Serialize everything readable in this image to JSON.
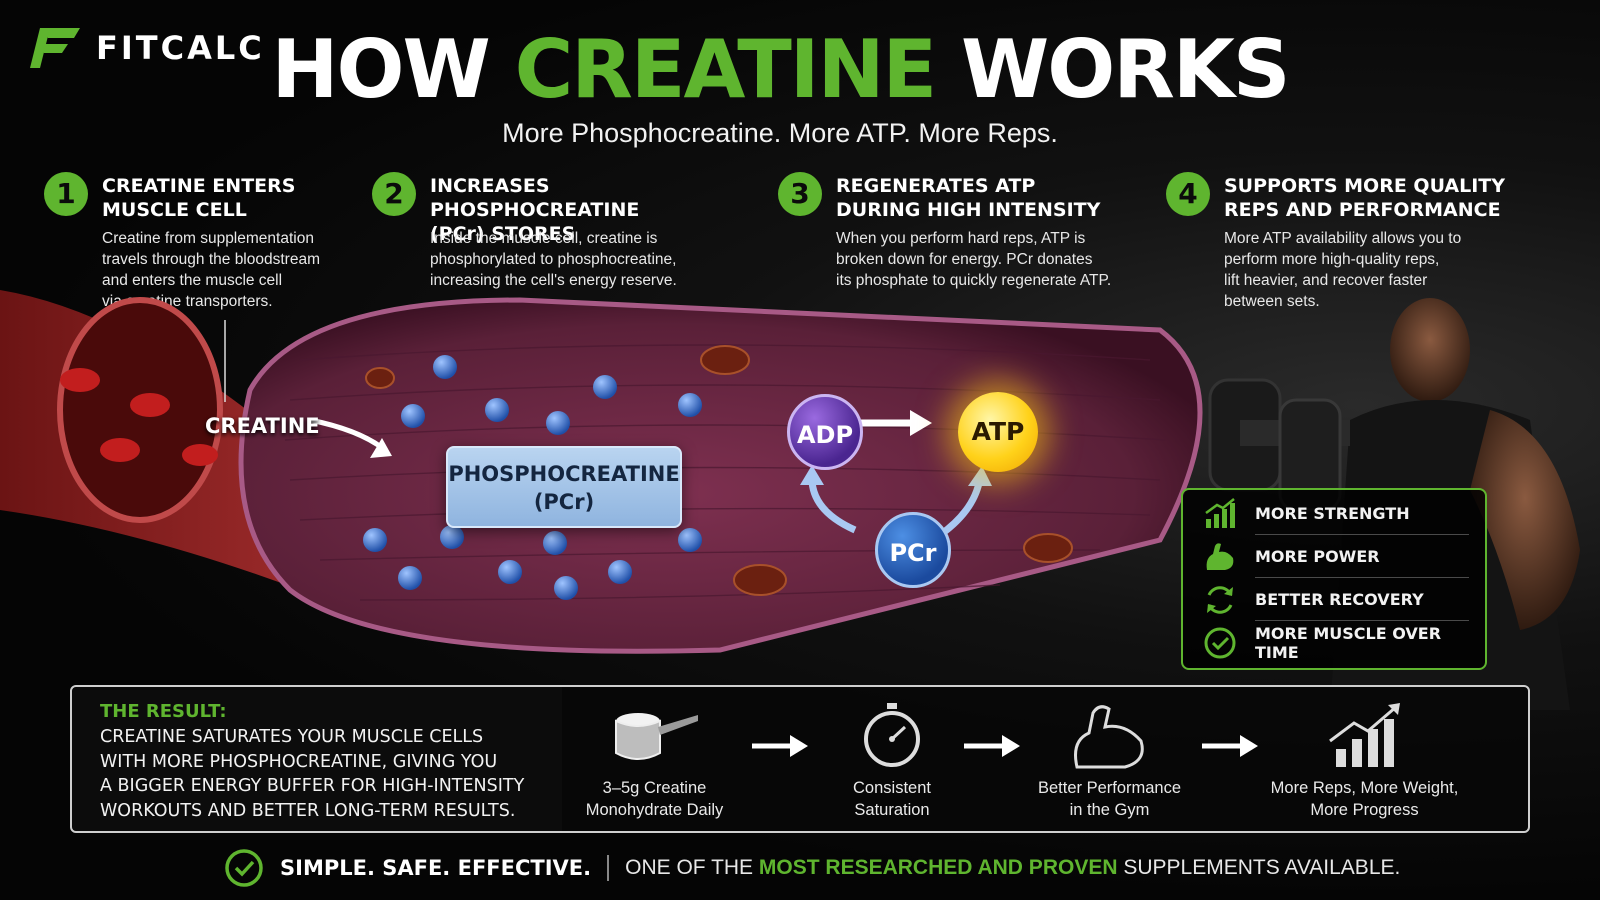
{
  "brand": {
    "name_fit": "FIT",
    "name_calc": "CALC"
  },
  "header": {
    "title_w1": "HOW",
    "title_w2": "CREATINE",
    "title_w3": "WORKS",
    "subtitle": "More Phosphocreatine. More ATP. More Reps."
  },
  "steps": [
    {
      "num": "1",
      "title": "CREATINE ENTERS\nMUSCLE CELL",
      "desc": "Creatine from supplementation\ntravels through the bloodstream\nand enters the muscle cell\nvia creatine transporters."
    },
    {
      "num": "2",
      "title": "INCREASES PHOSPHOCREATINE\n(PCr) STORES",
      "desc": "Inside the muscle cell, creatine is\nphosphorylated to phosphocreatine,\nincreasing the cell's energy reserve."
    },
    {
      "num": "3",
      "title": "REGENERATES ATP\nDURING HIGH INTENSITY",
      "desc": "When you perform hard reps, ATP is\nbroken down for energy. PCr donates\nits phosphate to quickly regenerate ATP."
    },
    {
      "num": "4",
      "title": "SUPPORTS MORE QUALITY\nREPS AND PERFORMANCE",
      "desc": "More ATP availability allows you to\nperform more high-quality reps,\nlift heavier, and recover faster\nbetween sets."
    }
  ],
  "diagram": {
    "creatine_label": "CREATINE",
    "pcr_box_line1": "PHOSPHOCREATINE",
    "pcr_box_line2": "(PCr)",
    "adp": "ADP",
    "atp": "ATP",
    "pcr": "PCr"
  },
  "benefits": [
    {
      "label": "MORE STRENGTH",
      "icon": "bar-chart-up-icon"
    },
    {
      "label": "MORE POWER",
      "icon": "flexed-arm-icon"
    },
    {
      "label": "BETTER RECOVERY",
      "icon": "refresh-cycle-icon"
    },
    {
      "label": "MORE MUSCLE OVER TIME",
      "icon": "check-circle-icon"
    }
  ],
  "result": {
    "title": "THE RESULT:",
    "text": "CREATINE SATURATES YOUR MUSCLE CELLS\nWITH MORE PHOSPHOCREATINE, GIVING YOU\nA BIGGER ENERGY BUFFER FOR HIGH-INTENSITY\nWORKOUTS AND BETTER LONG-TERM RESULTS.",
    "flow": [
      {
        "label": "3–5g Creatine\nMonohydrate Daily",
        "icon": "powder-scoop-icon"
      },
      {
        "label": "Consistent\nSaturation",
        "icon": "stopwatch-icon"
      },
      {
        "label": "Better Performance\nin the Gym",
        "icon": "flexed-arm-icon"
      },
      {
        "label": "More Reps, More Weight,\nMore Progress",
        "icon": "growth-chart-icon"
      }
    ]
  },
  "footer": {
    "bold": "SIMPLE. SAFE. EFFECTIVE.",
    "text_before": "ONE OF THE ",
    "highlight": "MOST RESEARCHED AND PROVEN",
    "text_after": " SUPPLEMENTS AVAILABLE."
  },
  "colors": {
    "accent": "#5fb52f",
    "background": "#050505",
    "muscle": "#7a2f4f",
    "atp": "#ffd21a",
    "adp": "#5a32a8",
    "pcr": "#1f57b0"
  }
}
